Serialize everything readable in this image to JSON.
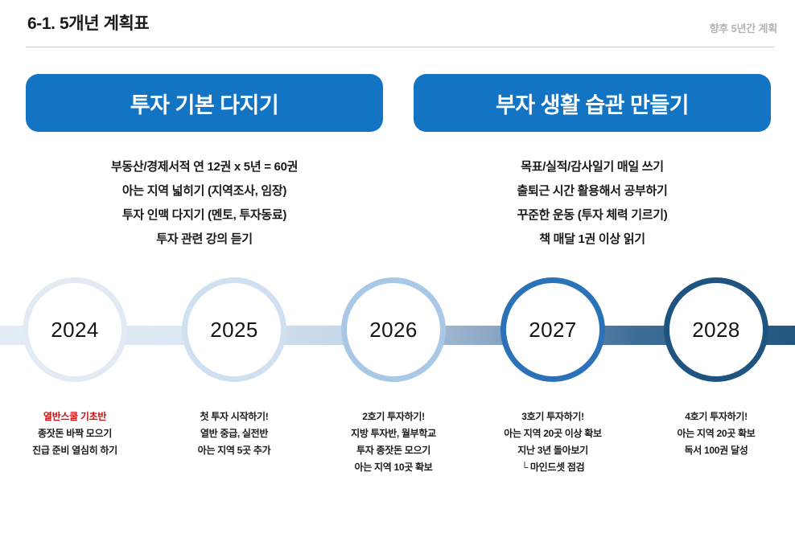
{
  "header": {
    "title": "6-1. 5개년 계획표",
    "note": "향후 5년간 계획"
  },
  "panels": [
    {
      "label": "투자 기본 다지기",
      "color": "#1474c4",
      "goals": [
        "부동산/경제서적 연 12권 x 5년 = 60권",
        "아는 지역 넓히기 (지역조사, 임장)",
        "투자 인맥 다지기 (멘토, 투자동료)",
        "투자 관련 강의 듣기"
      ]
    },
    {
      "label": "부자 생활 습관 만들기",
      "color": "#1474c4",
      "goals": [
        "목표/실적/감사일기 매일 쓰기",
        "출퇴근 시간 활용해서 공부하기",
        "꾸준한 운동 (투자 체력 기르기)",
        "책 매달 1권 이상 읽기"
      ]
    }
  ],
  "timeline": {
    "bar_colors": [
      "#e3ecf6",
      "#dde8f4",
      "#c6d7ea",
      "#8ba6c4",
      "#3f6d99",
      "#23567f"
    ],
    "nodes": [
      {
        "year": "2024",
        "ring_color": "#e2eaf3",
        "ring_width": 7,
        "captions": [
          {
            "text": "열반스쿨 기초반",
            "accent": true
          },
          {
            "text": "종잣돈 바짝 모으기",
            "accent": false
          },
          {
            "text": "진급 준비 열심히 하기",
            "accent": false
          }
        ]
      },
      {
        "year": "2025",
        "ring_color": "#cfe0f0",
        "ring_width": 7,
        "captions": [
          {
            "text": "첫 투자 시작하기!",
            "accent": false
          },
          {
            "text": "열반 중급, 실전반",
            "accent": false
          },
          {
            "text": "아는 지역 5곳 추가",
            "accent": false
          }
        ]
      },
      {
        "year": "2026",
        "ring_color": "#a8c8e6",
        "ring_width": 7,
        "captions": [
          {
            "text": "2호기 투자하기!",
            "accent": false
          },
          {
            "text": "지방 투자반, 월부학교",
            "accent": false
          },
          {
            "text": "투자 종잣돈 모으기",
            "accent": false
          },
          {
            "text": "아는 지역 10곳 확보",
            "accent": false
          }
        ]
      },
      {
        "year": "2027",
        "ring_color": "#2b72b8",
        "ring_width": 7,
        "captions": [
          {
            "text": "3호기 투자하기!",
            "accent": false
          },
          {
            "text": "아는 지역 20곳 이상  확보",
            "accent": false
          },
          {
            "text": "지난 3년 돌아보기",
            "accent": false
          },
          {
            "text": "└ 마인드셋 점검",
            "accent": false
          }
        ]
      },
      {
        "year": "2028",
        "ring_color": "#1f5480",
        "ring_width": 7,
        "captions": [
          {
            "text": "4호기 투자하기!",
            "accent": false
          },
          {
            "text": "아는 지역 20곳 확보",
            "accent": false
          },
          {
            "text": "독서 100권 달성",
            "accent": false
          }
        ]
      }
    ]
  }
}
